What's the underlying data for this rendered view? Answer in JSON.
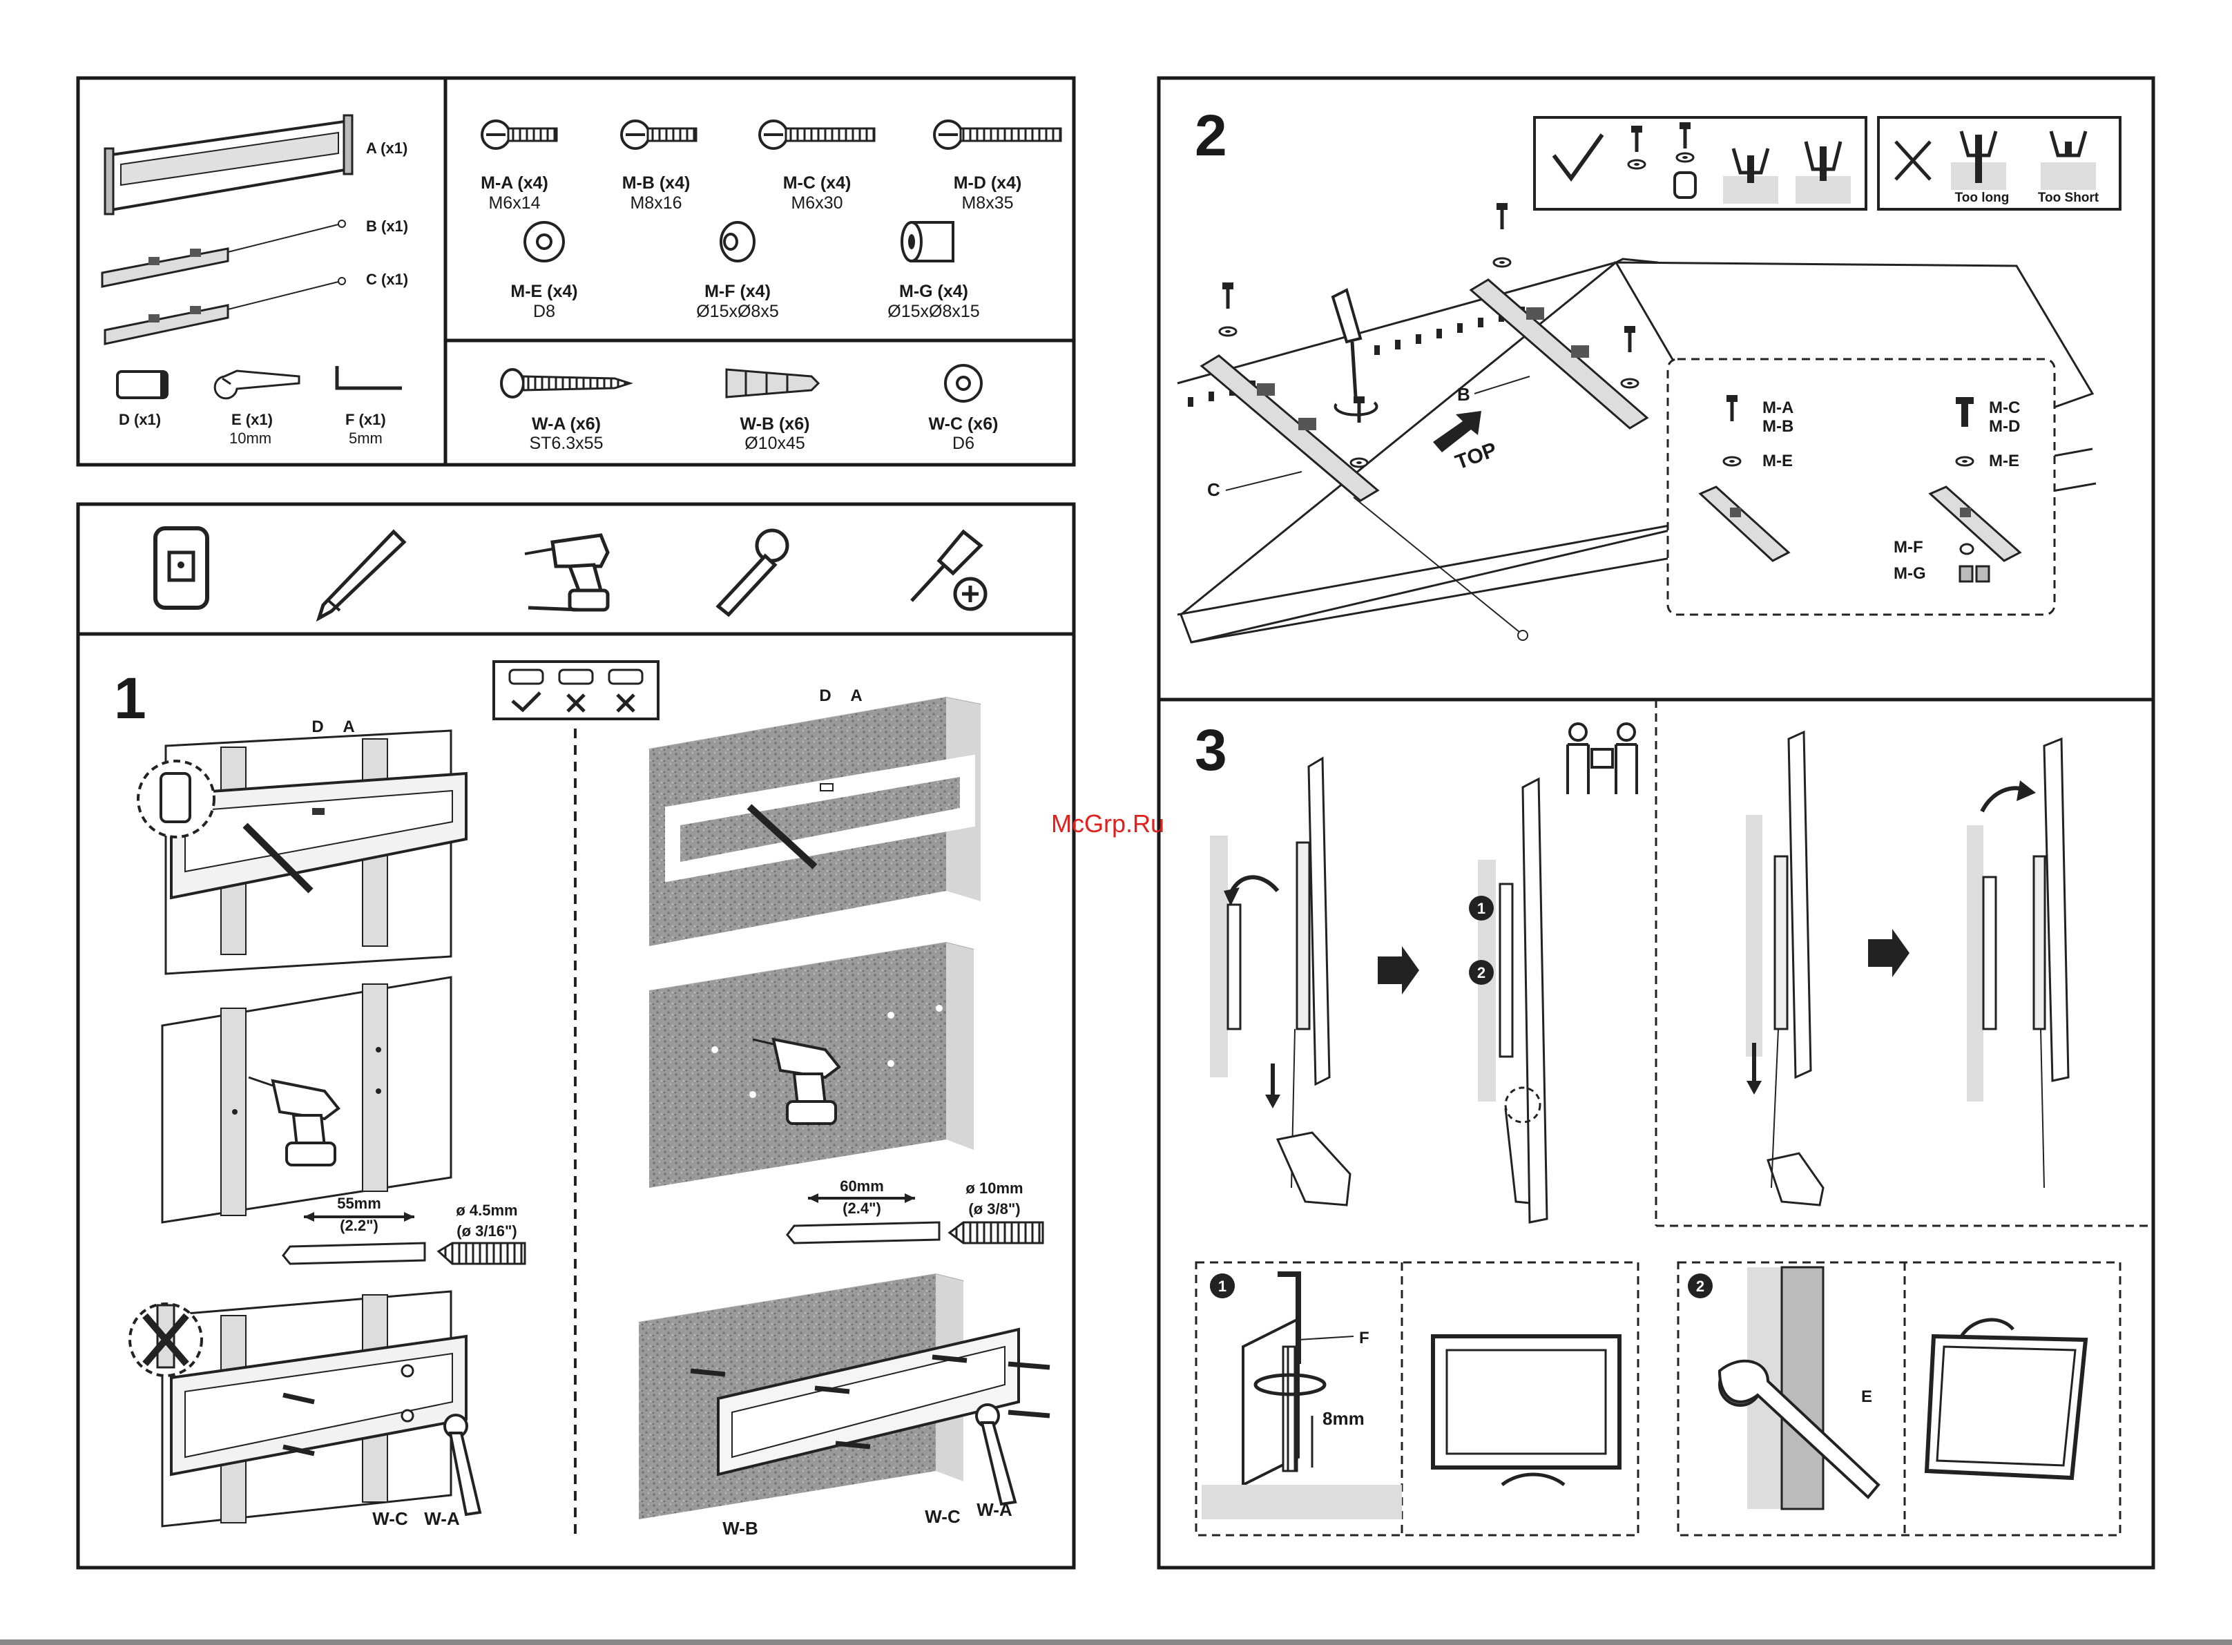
{
  "watermark": "McGrp.Ru",
  "parts": {
    "bracket": [
      {
        "label": "A (x1)"
      },
      {
        "label": "B (x1)"
      },
      {
        "label": "C (x1)"
      },
      {
        "label": "D (x1)"
      },
      {
        "label": "E (x1)",
        "spec": "10mm"
      },
      {
        "label": "F (x1)",
        "spec": "5mm"
      }
    ],
    "screws": [
      {
        "label": "M-A (x4)",
        "spec": "M6x14"
      },
      {
        "label": "M-B (x4)",
        "spec": "M8x16"
      },
      {
        "label": "M-C (x4)",
        "spec": "M6x30"
      },
      {
        "label": "M-D (x4)",
        "spec": "M8x35"
      }
    ],
    "spacers": [
      {
        "label": "M-E (x4)",
        "spec": "D8"
      },
      {
        "label": "M-F (x4)",
        "spec": "Ø15xØ8x5"
      },
      {
        "label": "M-G (x4)",
        "spec": "Ø15xØ8x15"
      }
    ],
    "wall": [
      {
        "label": "W-A (x6)",
        "spec": "ST6.3x55"
      },
      {
        "label": "W-B (x6)",
        "spec": "Ø10x45"
      },
      {
        "label": "W-C (x6)",
        "spec": "D6"
      }
    ]
  },
  "tools": [
    "stud-finder",
    "pencil",
    "drill",
    "socket-wrench",
    "screwdriver"
  ],
  "step1": {
    "number": "1",
    "wood": {
      "label_d": "D",
      "label_a": "A",
      "spacing": "55mm",
      "spacing_in": "(2.2\")",
      "bit": "ø 4.5mm",
      "bit_in": "(ø 3/16\")",
      "label_wc": "W-C",
      "label_wa": "W-A"
    },
    "concrete": {
      "label_d": "D",
      "label_a": "A",
      "spacing": "60mm",
      "spacing_in": "(2.4\")",
      "bit": "ø 10mm",
      "bit_in": "(ø 3/8\")",
      "label_wb": "W-B",
      "label_wc": "W-C",
      "label_wa": "W-A"
    }
  },
  "step2": {
    "number": "2",
    "too_long": "Too long",
    "too_short": "Too Short",
    "label_b": "B",
    "label_c": "C",
    "top": "TOP",
    "detail_left": [
      "M-A",
      "M-B",
      "M-E"
    ],
    "detail_right": [
      "M-C",
      "M-D",
      "M-E"
    ],
    "detail_spacers": [
      "M-F",
      "M-G"
    ]
  },
  "step3": {
    "number": "3",
    "markers": [
      "1",
      "2"
    ],
    "detail1": {
      "tool": "F",
      "gap": "8mm"
    },
    "detail2": {
      "tool": "E"
    }
  }
}
